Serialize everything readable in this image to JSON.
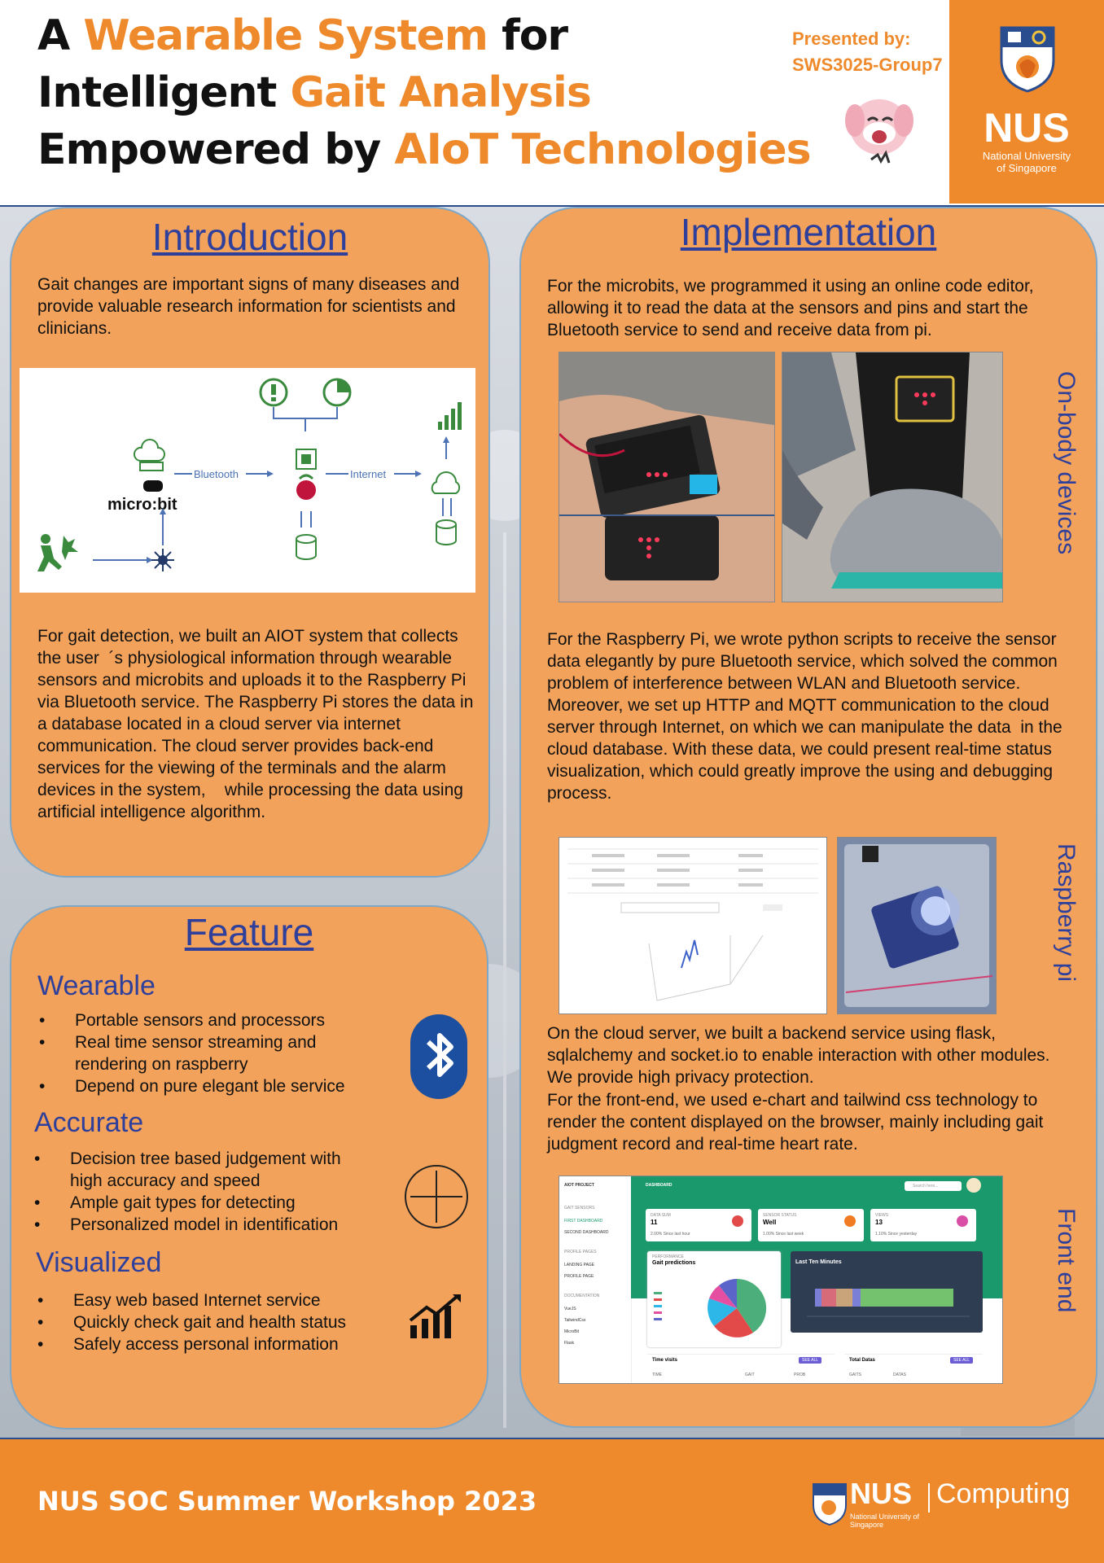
{
  "header": {
    "title_line1": {
      "a": "A ",
      "b": "Wearable System",
      "c": " for"
    },
    "title_line2": {
      "a": "Intelligent ",
      "b": "Gait Analysis"
    },
    "title_line3": {
      "a": "Empowered by ",
      "b": "AIoT Technologies"
    },
    "presented_by": "Presented by:",
    "group": "SWS3025-Group7",
    "logo_text": "NUS",
    "logo_sub1": "National University",
    "logo_sub2": "of Singapore"
  },
  "introduction": {
    "heading": "Introduction",
    "para1": "Gait changes are important signs of many diseases and provide valuable research information for scientists and clinicians.",
    "diagram": {
      "bluetooth": "Bluetooth",
      "internet": "Internet",
      "microbit": "micro:bit"
    },
    "para2": "For gait detection, we built an AIOT system that collects the user  ´s physiological information through wearable sensors and microbits and uploads it to the Raspberry Pi via Bluetooth service. The Raspberry Pi stores the data in a database located in a cloud server via internet communication. The cloud server provides back-end services for the viewing of the terminals and the alarm devices in the system,    while processing the data using artificial intelligence algorithm."
  },
  "feature": {
    "heading": "Feature",
    "sections": [
      {
        "title": "Wearable",
        "items": [
          "Portable sensors and processors",
          "Real time sensor streaming and rendering on raspberry",
          "Depend on pure elegant ble service"
        ],
        "icon": "bluetooth-icon"
      },
      {
        "title": "Accurate",
        "items": [
          "Decision tree based judgement with high accuracy and speed",
          "Ample gait types for detecting",
          "Personalized model in identification"
        ],
        "icon": "crosshair-icon"
      },
      {
        "title": "Visualized",
        "items": [
          "Easy web based Internet service",
          "Quickly check gait and health status",
          "Safely access personal information"
        ],
        "icon": "growth-chart-icon"
      }
    ]
  },
  "implementation": {
    "heading": "Implementation",
    "para1": "For the microbits, we programmed it using an online code editor, allowing it to read the data at the sensors and pins and start the Bluetooth service to send and receive data from pi.",
    "label1": "On-body devices",
    "para2": "For the Raspberry Pi, we wrote python scripts to receive the sensor data elegantly by pure Bluetooth service, which solved the common problem of interference between WLAN and Bluetooth service. Moreover, we set up HTTP and MQTT communication to the cloud server through Internet, on which we can manipulate the data  in the cloud database. With these data, we could present real-time status visualization, which could greatly improve the using and debugging process.",
    "label2": "Raspberry pi",
    "para3": "On the cloud server, we built a backend service using flask, sqlalchemy and socket.io to enable interaction with other modules. We provide high privacy protection.",
    "para4": "For the front-end, we used e-chart and tailwind css technology to render the content displayed on the browser, mainly including gait judgment record and real-time heart rate.",
    "label3": "Front end",
    "dashboard": {
      "brand": "AIOT PROJECT",
      "title": "DASHBOARD",
      "search": "Search here...",
      "nav_section1": "GAIT SENSORS",
      "nav1": "FIRST DASHBOARD",
      "nav2": "SECOND DASHBOARD",
      "nav_section2": "PROFILE PAGES",
      "nav3": "LANDING PAGE",
      "nav4": "PROFILE PAGE",
      "nav_section3": "DOCUMENTATION",
      "nav5": "VueJS",
      "nav6": "TailwindCss",
      "nav7": "MicroBit",
      "nav8": "Flask",
      "card1_label": "DATA SUM",
      "card1_value": "11",
      "card1_note": "2.00%   Since last hour",
      "card2_label": "SENSOR STATUS",
      "card2_value": "Well",
      "card2_note": "1.00%   Since last week",
      "card3_label": "VIEWS",
      "card3_value": "13",
      "card3_note": "1.10%   Since yesterday",
      "chart1_small": "PERFORMANCE",
      "chart1_title": "Gait predictions",
      "chart2_title": "Last Ten Minutes",
      "table1_title": "Time visits",
      "table1_btn": "SEE ALL",
      "table1_cols": [
        "TIME",
        "GAIT",
        "PROB"
      ],
      "table2_title": "Total Datas",
      "table2_btn": "SEE ALL",
      "table2_cols": [
        "GAITS",
        "DATAS"
      ]
    }
  },
  "footer": {
    "text": "NUS SOC Summer Workshop 2023",
    "logo_nus": "NUS",
    "logo_computing": "Computing",
    "logo_sub": "National University of Singapore"
  }
}
